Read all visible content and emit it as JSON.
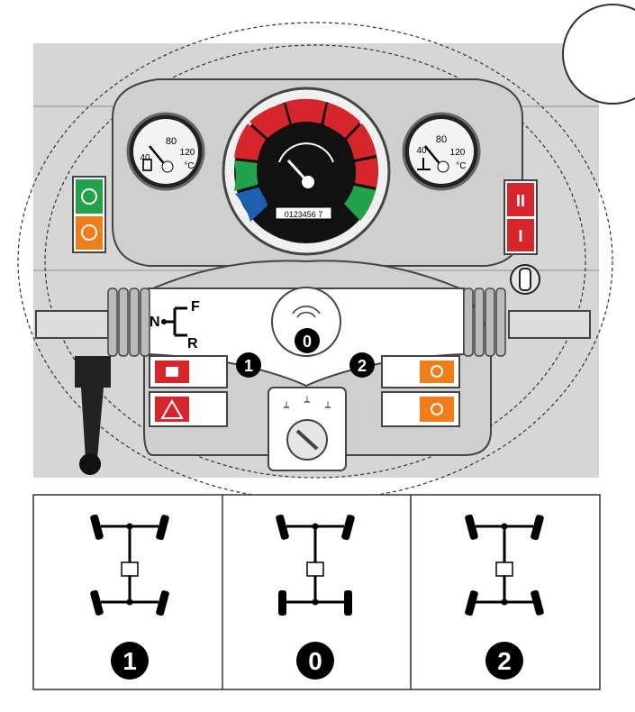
{
  "gauge_left": {
    "tick_low": "40",
    "tick_mid": "80",
    "tick_high": "120",
    "unit": "°C"
  },
  "gauge_right": {
    "tick_low": "40",
    "tick_mid": "80",
    "tick_high": "120",
    "unit": "°C"
  },
  "odometer": "0123456 7",
  "gear_selector": {
    "forward": "F",
    "neutral": "N",
    "reverse": "R"
  },
  "switch_position_left": "1",
  "switch_position_center": "0",
  "switch_position_right": "2",
  "right_switch": {
    "upper": "II",
    "lower": "I"
  },
  "warning_colors": {
    "red": "#d7262b",
    "green": "#22a24a",
    "blue": "#1d5fb0",
    "orange": "#ee7d1a",
    "panel": "#d9d9d9"
  },
  "table": {
    "captions": [
      "1",
      "0",
      "2"
    ]
  }
}
